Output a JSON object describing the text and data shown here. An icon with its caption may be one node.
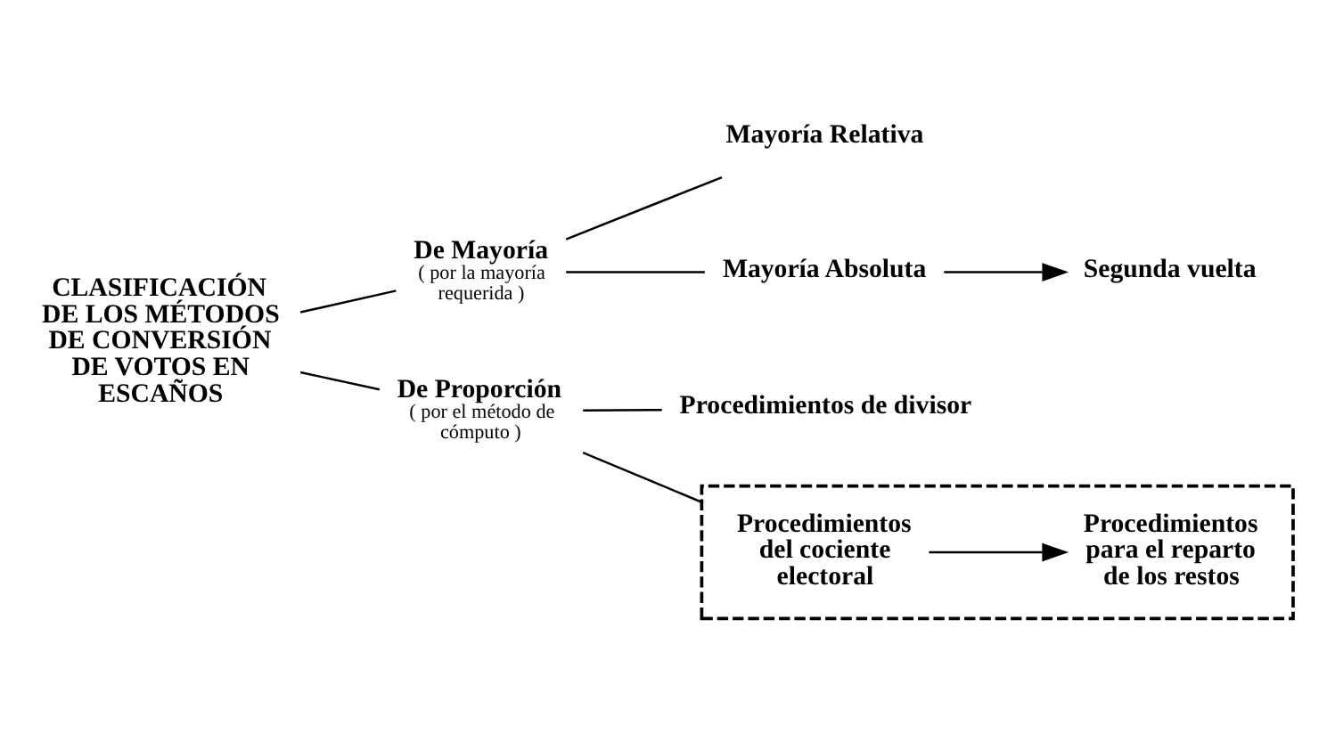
{
  "diagram": {
    "nodes": [
      {
        "text": [
          "CLASIFICACIÓN DE LOS MÉTODOS DE CONVERSIÓN DE VOTOS EN ESCAÑOS"
        ]
      },
      {
        "text": [
          "De Mayoría",
          "( por la mayoría requerida )"
        ]
      },
      {
        "text": [
          "Mayoría Relativa"
        ]
      },
      {
        "text": [
          "Mayoría Absoluta"
        ]
      },
      {
        "text": [
          "Segunda vuelta"
        ]
      },
      {
        "text": [
          "De Proporción",
          "( por el método de cómputo )"
        ]
      },
      {
        "text": [
          "Procedimientos de divisor"
        ]
      },
      {
        "text": [],
        "shape": "box"
      },
      {
        "text": [
          "Procedimientos del cociente electoral"
        ],
        "in": 7
      },
      {
        "text": [
          "Procedimientos para el reparto de los restos"
        ],
        "in": 7
      }
    ],
    "edges": [
      {
        "from": 0,
        "to": 1,
        "arrow": "none"
      },
      {
        "from": 0,
        "to": 5,
        "arrow": "none"
      },
      {
        "from": 1,
        "to": 2,
        "arrow": "none"
      },
      {
        "from": 1,
        "to": 3,
        "arrow": "none"
      },
      {
        "from": 3,
        "to": 4,
        "arrow": "to"
      },
      {
        "from": 5,
        "to": 6,
        "arrow": "none"
      },
      {
        "from": 5,
        "to": 7,
        "arrow": "none"
      },
      {
        "from": 8,
        "to": 9,
        "arrow": "to"
      }
    ]
  }
}
